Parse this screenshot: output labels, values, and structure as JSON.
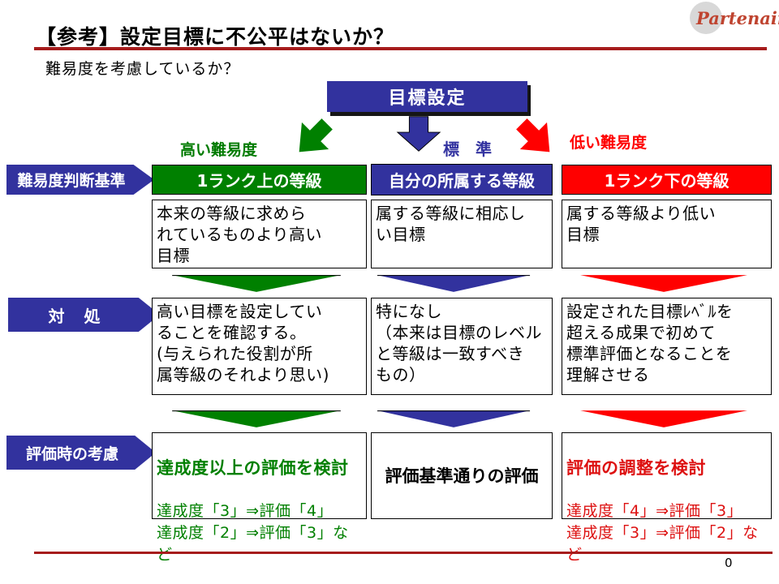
{
  "logo": {
    "text": "Partenaire"
  },
  "header": {
    "title": "【参考】設定目標に不公平はないか？",
    "subtitle": "難易度を考慮しているか？"
  },
  "flow": {
    "goal": "目標設定",
    "branches": [
      {
        "label": "高い難易度"
      },
      {
        "label": "標　準"
      },
      {
        "label": "低い難易度"
      }
    ],
    "arrows": [
      "arrow-down-left",
      "arrow-down",
      "arrow-down-right"
    ]
  },
  "row_labels": {
    "criteria": "難易度判断基準",
    "action": "対　処",
    "evaluation": "評価時の考慮"
  },
  "columns": [
    {
      "header": "1ランク上の等級",
      "criteria": "本来の等級に求めら\nれているものより高い\n目標",
      "action": "高い目標を設定してい\nることを確認する。\n(与えられた役割が所\n属等級のそれより思い)",
      "eval_title": "達成度以上の評価を検討",
      "eval_detail": "達成度「3」⇒評価「4」\n達成度「2」⇒評価「3」など"
    },
    {
      "header": "自分の所属する等級",
      "criteria": "属する等級に相応し\nい目標",
      "action": "特になし\n（本来は目標のレベル\nと等級は一致すべき\nもの）",
      "eval_center": "評価基準通りの評価"
    },
    {
      "header": "1ランク下の等級",
      "criteria": "属する等級より低い\n目標",
      "action": "設定された目標ﾚﾍﾞﾙを\n超える成果で初めて\n標準評価となることを\n理解させる",
      "eval_title": "評価の調整を検討",
      "eval_detail": "達成度「4」⇒評価「3」\n達成度「3」⇒評価「2」など"
    }
  ],
  "footer": {
    "page_number": "0"
  },
  "colors": {
    "blue": "#32329e",
    "green": "#008000",
    "red": "#ff0000",
    "rule_red": "#a61c1c",
    "text_green": "#007b00",
    "text_blue": "#3333a0",
    "text_red": "#ff0000",
    "eval_green": "#008000",
    "eval_red": "#dd1111",
    "logo_red": "#bf4430"
  }
}
